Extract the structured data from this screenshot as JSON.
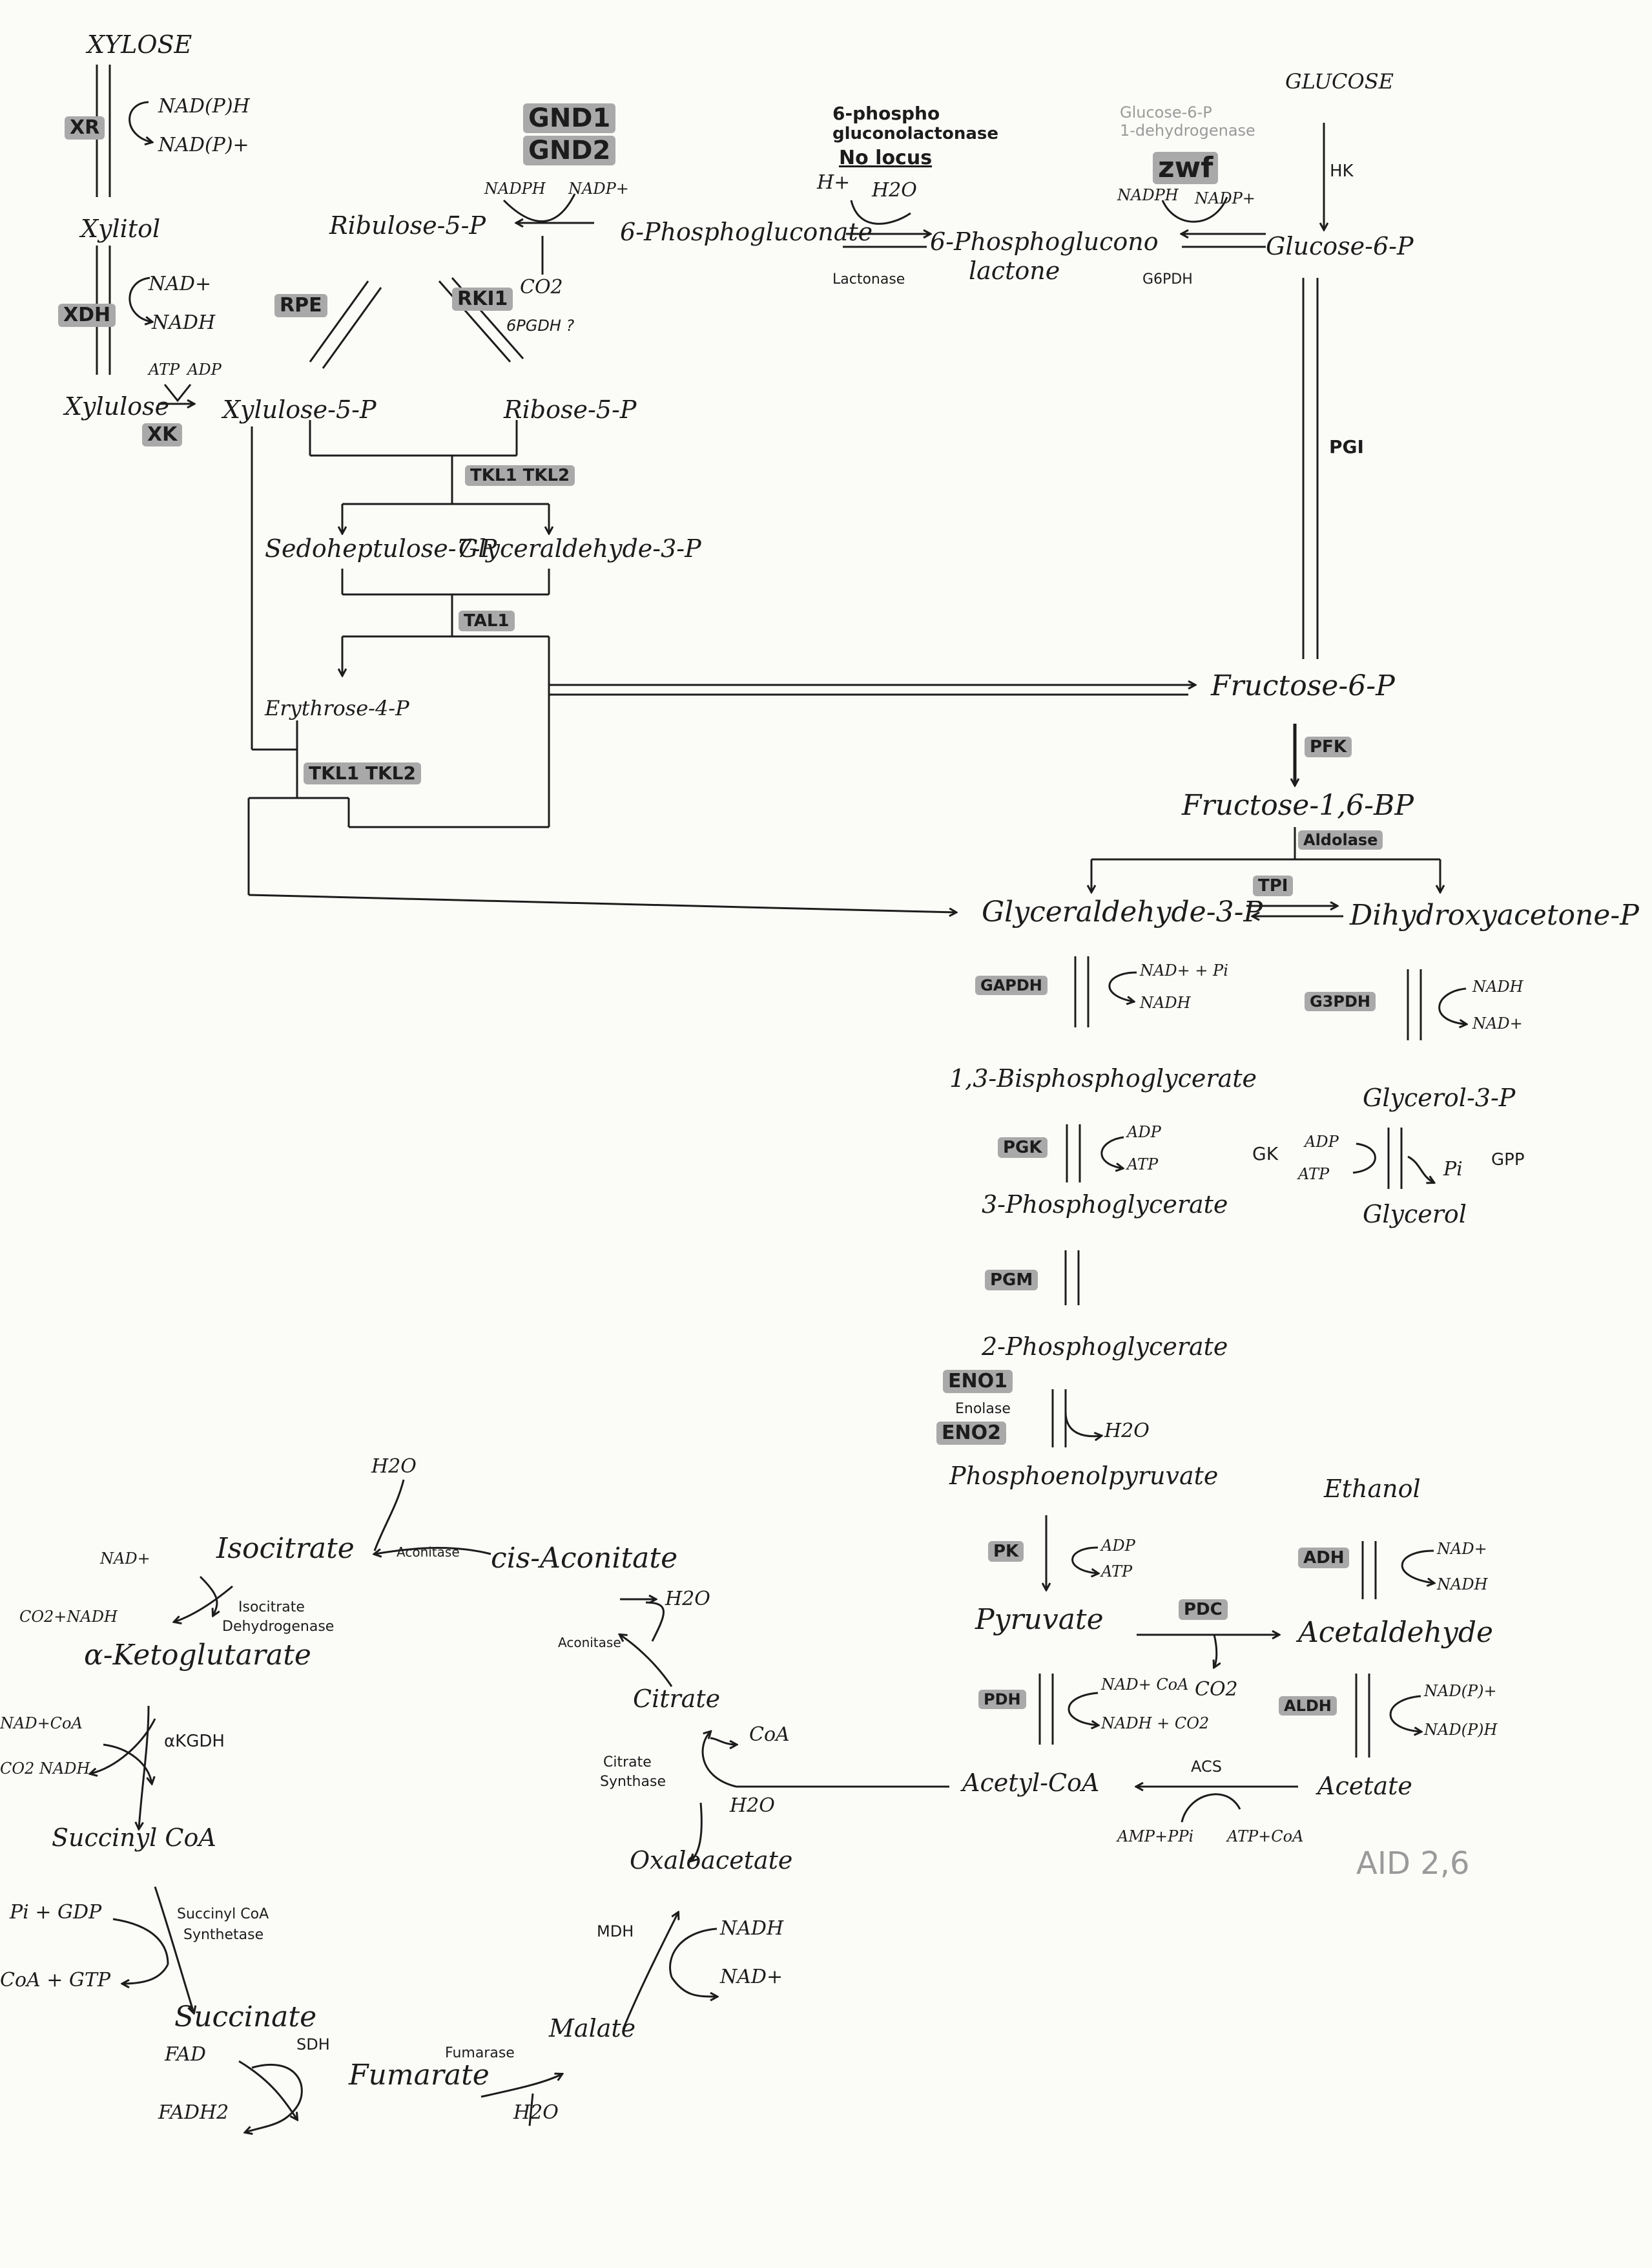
{
  "colors": {
    "ink": "#1c1c1c",
    "highlight": "#a9a9a9",
    "paper": "#fbfbf8",
    "faint": "#9a9a9a"
  },
  "metabolites": {
    "xylose": "XYLOSE",
    "xylitol": "Xylitol",
    "xylulose": "Xylulose",
    "xylulose_5p": "Xylulose-5-P",
    "ribulose_5p": "Ribulose-5-P",
    "ribose_5p": "Ribose-5-P",
    "phosphogluconate": "6-Phosphogluconate",
    "phosphoglucono_lactone_1": "6-Phosphoglucono",
    "phosphoglucono_lactone_2": "lactone",
    "glucose": "GLUCOSE",
    "glucose_6p": "Glucose-6-P",
    "sedoheptulose_7p": "Sedoheptulose-7-P",
    "glyceraldehyde_3p_ppp": "Glyceraldehyde-3-P",
    "erythrose_4p": "Erythrose-4-P",
    "fructose_6p": "Fructose-6-P",
    "fructose_16bp": "Fructose-1,6-BP",
    "glyceraldehyde_3p": "Glyceraldehyde-3-P",
    "dihydroxyacetone_p": "Dihydroxyacetone-P",
    "bisphosphoglycerate": "1,3-Bisphosphoglycerate",
    "phosphoglycerate_3": "3-Phosphoglycerate",
    "phosphoglycerate_2": "2-Phosphoglycerate",
    "pep": "Phosphoenolpyruvate",
    "glycerol_3p": "Glycerol-3-P",
    "glycerol": "Glycerol",
    "pyruvate": "Pyruvate",
    "acetaldehyde": "Acetaldehyde",
    "ethanol": "Ethanol",
    "acetyl_coa": "Acetyl-CoA",
    "acetate": "Acetate",
    "citrate": "Citrate",
    "cis_aconitate": "cis-Aconitate",
    "isocitrate": "Isocitrate",
    "a_ketoglutarate": "α-Ketoglutarate",
    "succinyl_coa": "Succinyl CoA",
    "succinate": "Succinate",
    "fumarate": "Fumarate",
    "malate": "Malate",
    "oxaloacetate": "Oxaloacetate"
  },
  "enzymes": {
    "xr": "XR",
    "xdh": "XDH",
    "xk": "XK",
    "gnd1": "GND1",
    "gnd2": "GND2",
    "rpe": "RPE",
    "rki1": "RKI1",
    "zwf": "zwf",
    "tkl_a": "TKL1 TKL2",
    "tal1": "TAL1",
    "tkl_b": "TKL1 TKL2",
    "pfk": "PFK",
    "aldolase": "Aldolase",
    "tpi": "TPI",
    "gapdh": "GAPDH",
    "g3pdh": "G3PDH",
    "pgk": "PGK",
    "gk": "GK",
    "pgm": "PGM",
    "eno1": "ENO1",
    "enolase": "Enolase",
    "eno2": "ENO2",
    "pk": "PK",
    "pdc": "PDC",
    "adh": "ADH",
    "pdh": "PDH",
    "aldh": "ALDH",
    "acs": "ACS",
    "hk": "HK",
    "pgi": "PGI",
    "g6pdh": "G6PDH",
    "lactonase": "Lactonase",
    "gpp": "GPP",
    "sdh": "SDH",
    "fumarase": "Fumarase",
    "mdh": "MDH",
    "akgdh": "αKGDH",
    "aconitase1": "Aconitase",
    "aconitase2": "Aconitase",
    "idh_1": "Isocitrate",
    "idh_2": "Dehydrogenase",
    "cs_1": "Citrate",
    "cs_2": "Synthase",
    "scs_1": "Succinyl CoA",
    "scs_2": "Synthetase",
    "g6p_dehydrogenase_1": "Glucose-6-P",
    "g6p_dehydrogenase_2": "1-dehydrogenase",
    "lactonase_name_1": "6-phospho",
    "lactonase_name_2": "gluconolactonase",
    "no_locus": "No locus",
    "pgdh_note": "6PGDH ?"
  },
  "cofactors": {
    "nadph_h": "NAD(P)H",
    "nadp_plus": "NAD(P)+",
    "nad_plus_xdh": "NAD+",
    "nadh_xdh": "NADH",
    "atp_xk": "ATP",
    "adp_xk": "ADP",
    "nadph_gnd": "NADPH",
    "nadp_gnd": "NADP+",
    "co2_gnd": "CO2",
    "h_plus": "H+",
    "h2o_lac": "H2O",
    "nadph_zwf": "NADPH",
    "nadp_zwf": "NADP+",
    "nad_pi": "NAD+ + Pi",
    "nadh_gapdh": "NADH",
    "nadh_g3pdh": "NADH",
    "nad_g3pdh": "NAD+",
    "adp_pgk": "ADP",
    "atp_pgk": "ATP",
    "adp_gk": "ADP",
    "atp_gk": "ATP",
    "pi_gk": "Pi",
    "h2o_eno": "H2O",
    "adp_pk": "ADP",
    "atp_pk": "ATP",
    "nad_adh": "NAD+",
    "nadh_adh": "NADH",
    "co2_pdc": "CO2",
    "nad_coa": "NAD+ CoA",
    "nadh_co2": "NADH + CO2",
    "nadph_aldh": "NAD(P)+",
    "nadph_h_aldh": "NAD(P)H",
    "amp_ppi": "AMP+PPi",
    "atp_coa": "ATP+CoA",
    "coa_cs": "CoA",
    "h2o_cs": "H2O",
    "h2o_aco2": "H2O",
    "h2o_aco1": "H2O",
    "nad_idh": "NAD+",
    "co2_nadh": "CO2+NADH",
    "nad_coa_kg": "NAD+CoA",
    "co2_nadh_kg": "CO2 NADH",
    "pi_gdp": "Pi + GDP",
    "coa_gtp": "CoA + GTP",
    "fad": "FAD",
    "fadh2": "FADH2",
    "h2o_fum": "H2O",
    "nadh_mdh": "NADH",
    "nad_mdh": "NAD+"
  },
  "annotation": "AID 2,6"
}
